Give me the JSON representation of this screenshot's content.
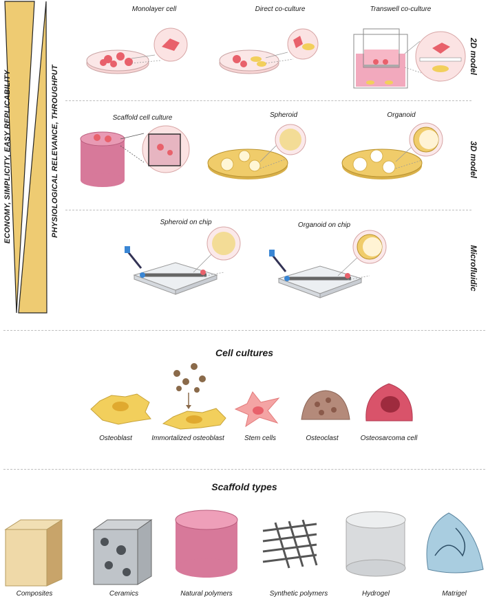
{
  "axes": {
    "left_label": "ECONOMY, SIMPLICITY, EASY REPLICABILITY",
    "right_label": "PHYSIOLOGICAL RELEVANCE, THROUGHPUT"
  },
  "rows": [
    {
      "side_label": "2D model",
      "items": [
        "Monolayer cell",
        "Direct co-culture",
        "Transwell co-culture"
      ]
    },
    {
      "side_label": "3D model",
      "items": [
        "Scaffold cell culture",
        "Spheroid",
        "Organoid"
      ]
    },
    {
      "side_label": "Microfluidic",
      "items": [
        "Spheroid on chip",
        "Organoid on chip"
      ]
    }
  ],
  "cell_cultures": {
    "title": "Cell cultures",
    "items": [
      "Osteoblast",
      "Immortalized osteoblast",
      "Stem cells",
      "Osteoclast",
      "Osteosarcoma cell"
    ]
  },
  "scaffold_types": {
    "title": "Scaffold types",
    "items": [
      "Composites",
      "Ceramics",
      "Natural polymers",
      "Synthetic polymers",
      "Hydrogel",
      "Matrigel"
    ]
  },
  "colors": {
    "wedge": "#eecb72",
    "cell_red": "#e8616b",
    "cell_yellow": "#f2cf5c",
    "dish_pink": "#f7d4d4",
    "dish_yellow": "#f0cc6a",
    "scaffold_pink": "#d7799a"
  }
}
